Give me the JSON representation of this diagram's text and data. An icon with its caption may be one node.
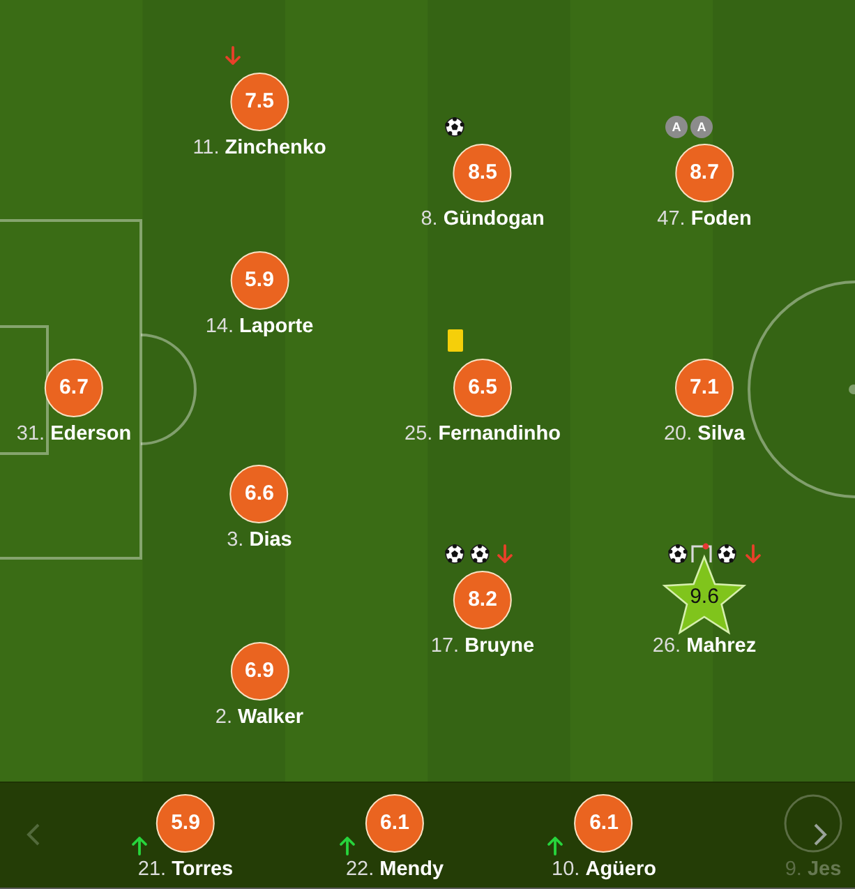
{
  "diagram": {
    "nodes": [
      {
        "text": [
          "7.5",
          "11. **Zinchenko**"
        ]
      },
      {
        "text": [
          "8.5",
          "8. **Gündogan**"
        ]
      },
      {
        "text": [
          "A"
        ]
      },
      {
        "text": [
          "A"
        ]
      },
      {
        "text": [
          "8.7",
          "47. **Foden**"
        ]
      },
      {
        "text": [
          "5.9",
          "14. **Laporte**"
        ]
      },
      {
        "text": [
          "6.7",
          "31. **Ederson**"
        ]
      },
      {
        "text": [
          "6.5",
          "25. **Fernandinho**"
        ]
      },
      {
        "text": [
          "7.1",
          "20. **Silva**"
        ]
      },
      {
        "text": [
          "6.6",
          "3. **Dias**"
        ]
      },
      {
        "text": [
          "8.2",
          "17. **Bruyne**"
        ]
      },
      {
        "text": [
          "9.6",
          "26. **Mahrez**"
        ]
      },
      {
        "text": [
          "6.9",
          "2. **Walker**"
        ]
      },
      {
        "text": [
          "5.9",
          "21. **Torres**"
        ]
      },
      {
        "text": [
          "6.1",
          "22. **Mendy**"
        ]
      },
      {
        "text": [
          "6.1",
          "10. **Agüero**"
        ]
      },
      {
        "text": [
          "9. **Jes**"
        ]
      }
    ]
  }
}
